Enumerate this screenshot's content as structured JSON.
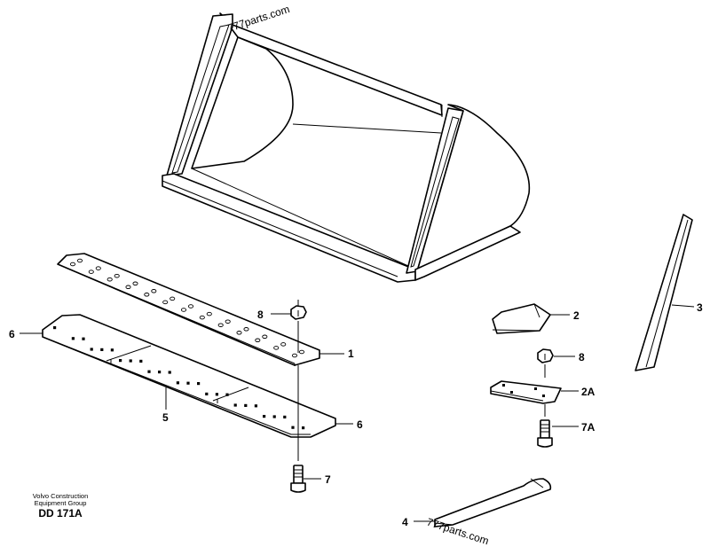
{
  "watermark": "777parts.com",
  "caption": {
    "line1": "Volvo Construction",
    "line2": "Equipment Group",
    "code": "DD 171A"
  },
  "callouts": {
    "c1": "1",
    "c2": "2",
    "c2a": "2A",
    "c3": "3",
    "c4": "4",
    "c5": "5",
    "c6_left": "6",
    "c6_right": "6",
    "c7": "7",
    "c7a": "7A",
    "c8_left": "8",
    "c8_right": "8"
  }
}
